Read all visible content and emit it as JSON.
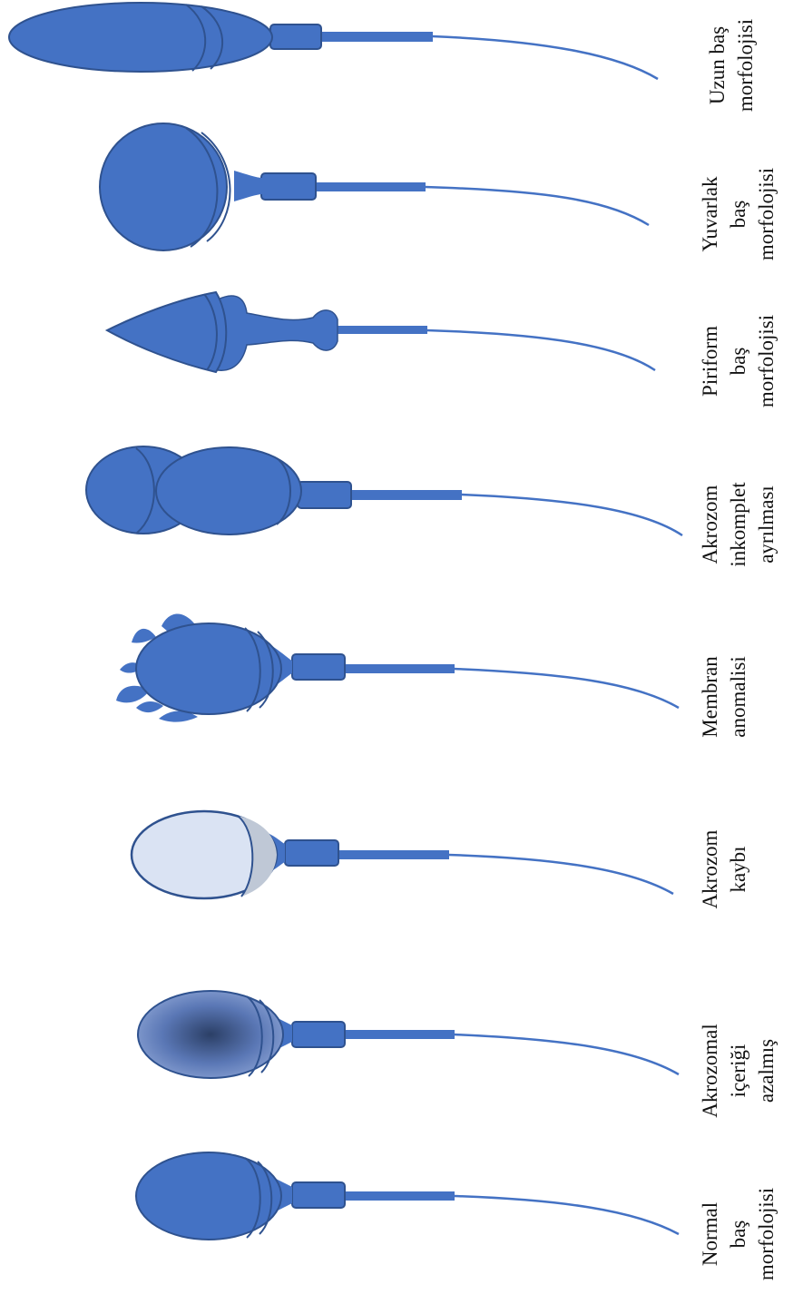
{
  "colors": {
    "fill": "#4472C4",
    "stroke": "#2F528F",
    "light_fill": "#DAE3F3",
    "background": "#FFFFFF"
  },
  "items": [
    {
      "id": "uzun",
      "kind": "long",
      "lines": [
        "Uzun baş",
        "morfolojisi"
      ]
    },
    {
      "id": "yuvarlak",
      "kind": "round",
      "lines": [
        "Yuvarlak",
        "baş",
        "morfolojisi"
      ]
    },
    {
      "id": "piriform",
      "kind": "piriform",
      "lines": [
        "Piriform",
        "baş",
        "morfolojisi"
      ]
    },
    {
      "id": "akrozom-inkomplet",
      "kind": "double",
      "lines": [
        "Akrozom",
        "inkomplet",
        "ayrılması"
      ]
    },
    {
      "id": "membran",
      "kind": "membrane",
      "lines": [
        "Membran",
        "anomalisi"
      ]
    },
    {
      "id": "akrozom-kaybi",
      "kind": "acrosome-loss",
      "lines": [
        "Akrozom",
        "kaybı"
      ]
    },
    {
      "id": "akrozomal",
      "kind": "reduced",
      "lines": [
        "Akrozomal",
        "içeriği",
        "azalmış"
      ]
    },
    {
      "id": "normal",
      "kind": "normal",
      "lines": [
        "Normal",
        "baş",
        "morfolojisi"
      ]
    }
  ]
}
